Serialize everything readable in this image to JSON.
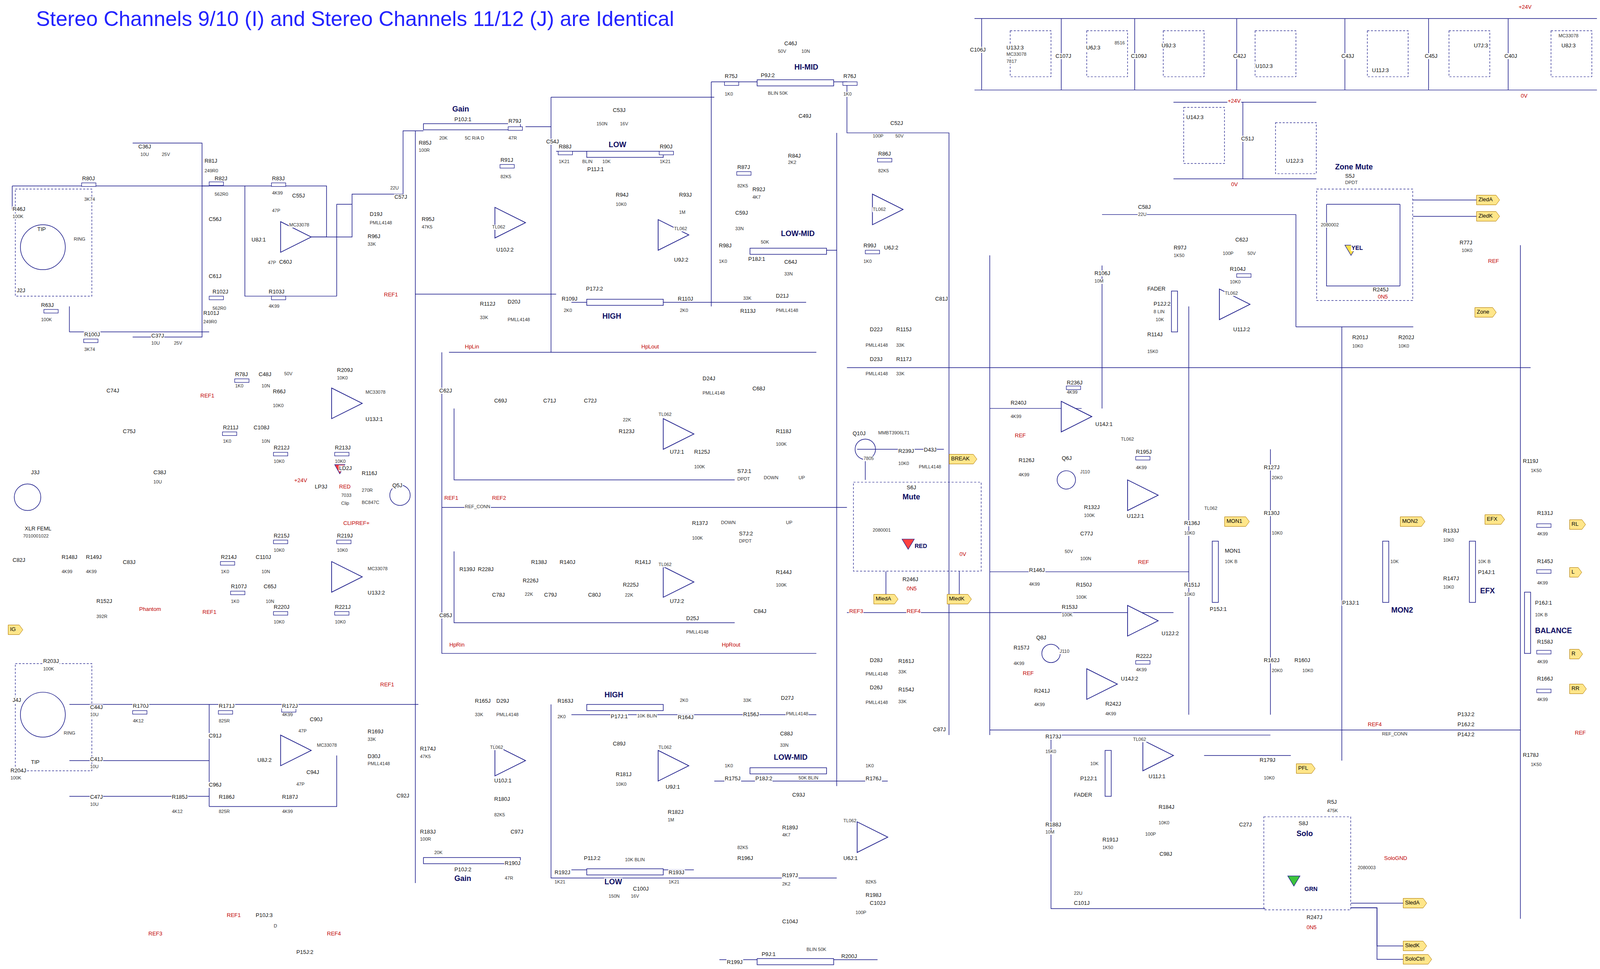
{
  "diagram": {
    "title": "Stereo Channels 9/10 (I) and Stereo Channels 11/12 (J) are Identical",
    "nodes": [
      {
        "text": [
          "Zone Mute",
          "S5J",
          "DPDT",
          "YEL"
        ]
      },
      {
        "text": [
          "ZledA"
        ]
      },
      {
        "text": [
          "ZledK"
        ]
      },
      {
        "text": [
          "Zone"
        ]
      },
      {
        "text": [
          "BREAK"
        ]
      },
      {
        "text": [
          "S6J",
          "Mute",
          "RED"
        ]
      },
      {
        "text": [
          "MledA"
        ]
      },
      {
        "text": [
          "MledK"
        ]
      },
      {
        "text": [
          "IG"
        ]
      },
      {
        "text": [
          "MON1"
        ]
      },
      {
        "text": [
          "MON2"
        ]
      },
      {
        "text": [
          "EFX"
        ]
      },
      {
        "text": [
          "RL"
        ]
      },
      {
        "text": [
          "L"
        ]
      },
      {
        "text": [
          "R"
        ]
      },
      {
        "text": [
          "RR"
        ]
      },
      {
        "text": [
          "PFL"
        ]
      },
      {
        "text": [
          "S8J",
          "Solo",
          "GRN"
        ]
      },
      {
        "text": [
          "SledA"
        ]
      },
      {
        "text": [
          "SledK"
        ]
      },
      {
        "text": [
          "SoloCtrl"
        ]
      }
    ],
    "edges": [
      {
        "from": 0,
        "to": 1,
        "arrow": "none"
      },
      {
        "from": 0,
        "to": 2,
        "arrow": "none"
      },
      {
        "from": 5,
        "to": 6,
        "arrow": "none"
      },
      {
        "from": 5,
        "to": 7,
        "arrow": "none"
      },
      {
        "from": 17,
        "to": 18,
        "arrow": "none"
      },
      {
        "from": 17,
        "to": 19,
        "arrow": "none"
      },
      {
        "from": 17,
        "to": 20,
        "arrow": "none"
      }
    ],
    "labels": [
      "C36J",
      "10U",
      "25V",
      "R80J",
      "3K74",
      "R46J",
      "100K",
      "TIP",
      "RING",
      "J2J",
      "R63J",
      "100K",
      "R100J",
      "3K74",
      "C37J",
      "10U",
      "25V",
      "R81J",
      "249R0",
      "R82J",
      "562R0",
      "C56J",
      "C61J",
      "R102J",
      "562R0",
      "R101J",
      "249R0",
      "R83J",
      "4K99",
      "C55J",
      "47P",
      "U8J:1",
      "MC33078",
      "C60J",
      "47P",
      "R103J",
      "4K99",
      "REF1",
      "C57J",
      "22U",
      "D19J",
      "PMLL4148",
      "R96J",
      "33K",
      "R95J",
      "47K5",
      "R85J",
      "100R",
      "Gain",
      "P10J:1",
      "20K",
      "5C R/A D",
      "R79J",
      "47R",
      "C54J",
      "R91J",
      "82K5",
      "U10J:2",
      "TL062",
      "R112J",
      "33K",
      "D20J",
      "PMLL4148",
      "C53J",
      "150N",
      "16V",
      "LOW",
      "P11J:1",
      "10K",
      "BLIN",
      "R88J",
      "1K21",
      "R90J",
      "1K21",
      "R94J",
      "10K0",
      "R93J",
      "1M",
      "U9J:2",
      "TL062",
      "R98J",
      "1K0",
      "P17J:2",
      "HIGH",
      "R109J",
      "2K0",
      "R110J",
      "2K0",
      "33K",
      "R113J",
      "D21J",
      "PMLL4148",
      "C46J",
      "10N",
      "50V",
      "HI-MID",
      "P9J:2",
      "BLIN 50K",
      "R75J",
      "1K0",
      "R76J",
      "1K0",
      "C49J",
      "R84J",
      "2K2",
      "R87J",
      "82K5",
      "R92J",
      "4K7",
      "C59J",
      "33N",
      "LOW-MID",
      "50K",
      "P18J:1",
      "C64J",
      "33N",
      "R99J",
      "1K0",
      "C52J",
      "100P",
      "50V",
      "R86J",
      "82K5",
      "U6J:2",
      "TL062",
      "HpLin",
      "HpLout",
      "C62J",
      "C69J",
      "C71J",
      "C72J",
      "R123J",
      "22K",
      "D24J",
      "PMLL4148",
      "C68J",
      "U7J:1",
      "TL062",
      "R125J",
      "100K",
      "R118J",
      "100K",
      "S7J:1",
      "DPDT",
      "DOWN",
      "UP",
      "REF1",
      "REF2",
      "REF_CONN",
      "S7J:2",
      "DPDT",
      "DOWN",
      "UP",
      "R137J",
      "100K",
      "R139J",
      "R228J",
      "R138J",
      "R140J",
      "R226J",
      "22K",
      "R141J",
      "C78J",
      "C79J",
      "C80J",
      "R225J",
      "22K",
      "U7J:2",
      "TL062",
      "D25J",
      "PMLL4148",
      "C84J",
      "R144J",
      "100K",
      "HpRin",
      "HpRout",
      "C85J",
      "REF3",
      "REF4",
      "R78J",
      "1K0",
      "C48J",
      "10N",
      "50V",
      "R66J",
      "10K0",
      "REF1",
      "R209J",
      "10K0",
      "U13J:1",
      "MC33078",
      "R211J",
      "1K0",
      "C108J",
      "10N",
      "R212J",
      "10K0",
      "R213J",
      "10K0",
      "LD2J",
      "LP3J",
      "RED",
      "7033",
      "Clip",
      "+24V",
      "R116J",
      "270R",
      "Q5J",
      "BC847C",
      "CLIPREF+",
      "C74J",
      "C75J",
      "C38J",
      "10U",
      "J3J",
      "XLR FEML",
      "7010001022",
      "C82J",
      "R148J",
      "4K99",
      "R149J",
      "4K99",
      "C83J",
      "R152J",
      "392R",
      "Phantom",
      "R215J",
      "10K0",
      "R219J",
      "10K0",
      "R214J",
      "1K0",
      "C110J",
      "10N",
      "U13J:2",
      "MC33078",
      "R107J",
      "1K0",
      "C65J",
      "10N",
      "R220J",
      "10K0",
      "R221J",
      "10K0",
      "REF1",
      "R203J",
      "100K",
      "J4J",
      "TIP",
      "RING",
      "R204J",
      "100K",
      "C44J",
      "10U",
      "R170J",
      "4K12",
      "C41J",
      "10U",
      "C47J",
      "10U",
      "R185J",
      "4K12",
      "R171J",
      "825R",
      "C91J",
      "C96J",
      "R186J",
      "825R",
      "R172J",
      "4K99",
      "C90J",
      "47P",
      "U8J:2",
      "MC33078",
      "C94J",
      "47P",
      "R187J",
      "4K99",
      "REF1",
      "R169J",
      "33K",
      "D30J",
      "PMLL4148",
      "C92J",
      "R174J",
      "47K5",
      "R183J",
      "100R",
      "R165J",
      "33K",
      "D29J",
      "PMLL4148",
      "U10J:1",
      "TL062",
      "R180J",
      "82K5",
      "C97J",
      "20K",
      "P10J:2",
      "Gain",
      "R190J",
      "47R",
      "R163J",
      "2K0",
      "HIGH",
      "P17J:1",
      "10K BLIN",
      "R164J",
      "2K0",
      "33K",
      "R156J",
      "D27J",
      "PMLL4148",
      "C89J",
      "U9J:1",
      "TL062",
      "R181J",
      "10K0",
      "R182J",
      "1M",
      "1K0",
      "R175J",
      "C88J",
      "33N",
      "LOW-MID",
      "P18J:2",
      "50K BLIN",
      "C93J",
      "1K0",
      "R176J",
      "R189J",
      "4K7",
      "R196J",
      "82K5",
      "R197J",
      "2K2",
      "C104J",
      "82K5",
      "R198J",
      "C102J",
      "100P",
      "U6J:1",
      "TL062",
      "R192J",
      "1K21",
      "P11J:2",
      "LOW",
      "10K BLIN",
      "R193J",
      "1K21",
      "C100J",
      "150N",
      "16V",
      "P9J:1",
      "R199J",
      "R200J",
      "BLIN 50K",
      "D28J",
      "PMLL4148",
      "R161J",
      "33K",
      "D26J",
      "PMLL4148",
      "R154J",
      "33K",
      "C87J",
      "D22J",
      "PMLL4148",
      "R115J",
      "33K",
      "D23J",
      "PMLL4148",
      "R117J",
      "33K",
      "C81J",
      "Q10J",
      "MMBT3906LT1",
      "7805",
      "R239J",
      "10K0",
      "D43J",
      "PMLL4148",
      "0V",
      "0N5",
      "R246J",
      "2080001",
      "R106J",
      "10M",
      "C58J",
      "22U",
      "R97J",
      "1K50",
      "FADER",
      "P12J:2",
      "8 LIN",
      "10K",
      "R114J",
      "15K0",
      "C62J",
      "100P",
      "50V",
      "R104J",
      "10K0",
      "U11J:2",
      "TL062",
      "R240J",
      "4K99",
      "R236J",
      "4K99",
      "REF",
      "U14J:1",
      "TL062",
      "Q6J",
      "J110",
      "R126J",
      "4K99",
      "R132J",
      "100K",
      "C77J",
      "50V",
      "100N",
      "R195J",
      "4K99",
      "U12J:1",
      "R136J",
      "10K0",
      "REF",
      "R146J",
      "4K99",
      "R150J",
      "100K",
      "R153J",
      "100K",
      "U12J:2",
      "R222J",
      "4K99",
      "Q8J",
      "J110",
      "R157J",
      "4K99",
      "REF",
      "R241J",
      "4K99",
      "U14J:2",
      "R242J",
      "4K99",
      "R151J",
      "10K0",
      "TL062",
      "P15J:1",
      "MON1",
      "10K B",
      "R127J",
      "20K0",
      "R130J",
      "10K0",
      "R162J",
      "20K0",
      "R160J",
      "10K0",
      "R201J",
      "10K0",
      "R202J",
      "10K0",
      "P13J:1",
      "MON2",
      "10K",
      "R133J",
      "10K0",
      "R147J",
      "10K0",
      "P14J:1",
      "EFX",
      "10K B",
      "R119J",
      "1K50",
      "P16J:1",
      "BALANCE",
      "10K B",
      "R131J",
      "4K99",
      "R145J",
      "4K99",
      "R158J",
      "4K99",
      "R166J",
      "4K99",
      "R178J",
      "1K50",
      "REF",
      "REF4",
      "REF_CONN",
      "P13J:2",
      "P16J:2",
      "P14J:2",
      "R173J",
      "15K0",
      "U11J:1",
      "TL062",
      "10K",
      "P12J:1",
      "FADER",
      "R179J",
      "10K0",
      "R188J",
      "10M",
      "R191J",
      "1K50",
      "R184J",
      "10K0",
      "100P",
      "C98J",
      "C101J",
      "22U",
      "C27J",
      "R5J",
      "475K",
      "SoloGND",
      "2080003",
      "R247J",
      "0N5",
      "+24V",
      "U13J:3",
      "MC33078",
      "7817",
      "C106J",
      "U6J:3",
      "8516",
      "C107J",
      "U9J:3",
      "C109J",
      "C42J",
      "U10J:3",
      "C43J",
      "U11J:3",
      "C45J",
      "U7J:3",
      "C40J",
      "U8J:3",
      "MC33078",
      "0V",
      "U14J:3",
      "+24V",
      "C51J",
      "U12J:3",
      "0V",
      "2080002",
      "R77J",
      "10K0",
      "REF",
      "R245J",
      "0N5",
      "REF3",
      "REF1",
      "P10J:3",
      "REF4",
      "P15J:2",
      "D"
    ]
  }
}
